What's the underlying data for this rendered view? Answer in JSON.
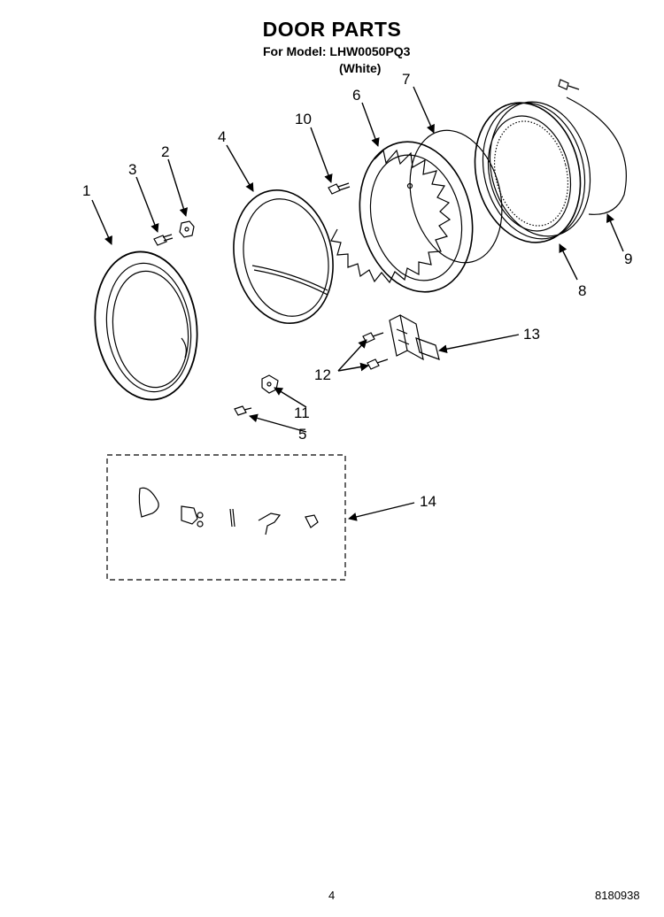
{
  "header": {
    "title": "DOOR PARTS",
    "model_line": "For Model: LHW0050PQ3",
    "color_line": "(White)"
  },
  "callouts": {
    "c1": "1",
    "c2": "2",
    "c3": "3",
    "c4": "4",
    "c5": "5",
    "c6": "6",
    "c7": "7",
    "c8": "8",
    "c9": "9",
    "c10": "10",
    "c11": "11",
    "c12": "12",
    "c13": "13",
    "c14": "14"
  },
  "footer": {
    "page_number": "4",
    "document_number": "8180938"
  }
}
